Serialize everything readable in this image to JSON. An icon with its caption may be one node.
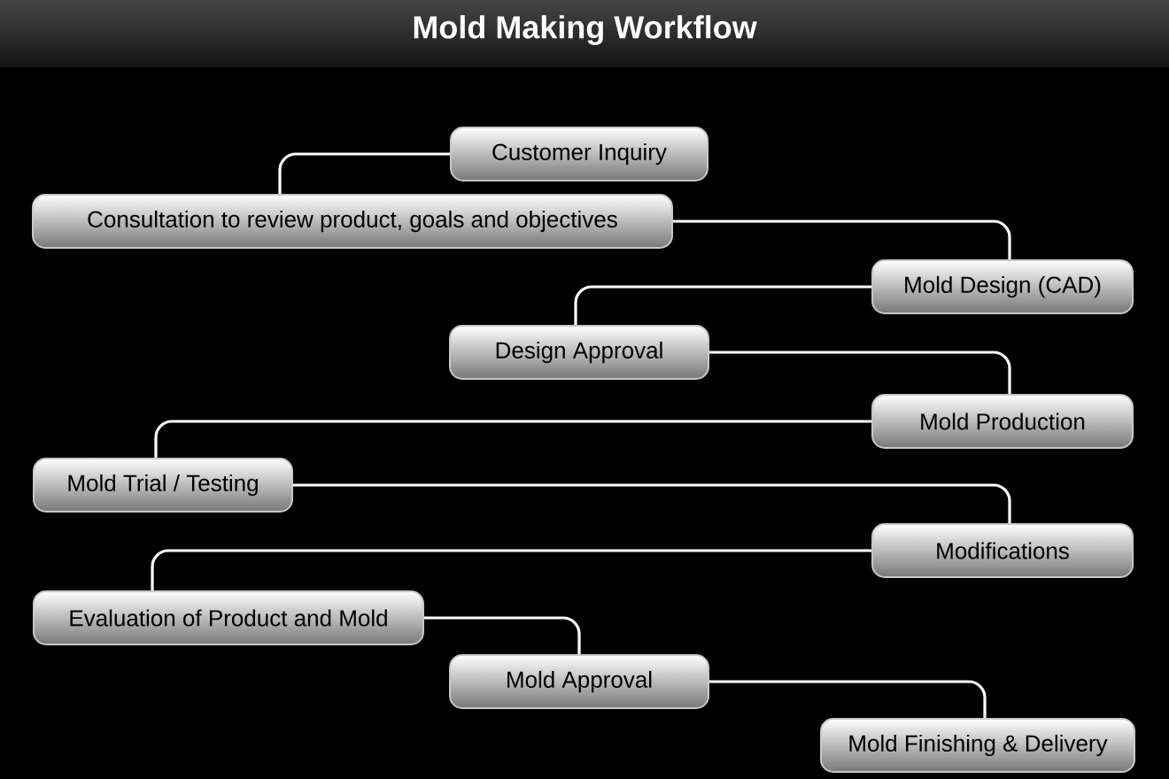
{
  "diagram": {
    "title": "Mold Making Workflow",
    "nodes": [
      {
        "text": [
          "Customer Inquiry"
        ]
      },
      {
        "text": [
          "Consultation to review product, goals and objectives"
        ]
      },
      {
        "text": [
          "Mold Design (CAD)"
        ]
      },
      {
        "text": [
          "Design Approval"
        ]
      },
      {
        "text": [
          "Mold Production"
        ]
      },
      {
        "text": [
          "Mold Trial / Testing"
        ]
      },
      {
        "text": [
          "Modifications"
        ]
      },
      {
        "text": [
          "Evaluation of Product and Mold"
        ]
      },
      {
        "text": [
          "Mold Approval"
        ]
      },
      {
        "text": [
          "Mold Finishing & Delivery"
        ]
      }
    ],
    "edges": [
      {
        "from": 0,
        "to": 1,
        "arrow": "none"
      },
      {
        "from": 1,
        "to": 2,
        "arrow": "none"
      },
      {
        "from": 2,
        "to": 3,
        "arrow": "none"
      },
      {
        "from": 3,
        "to": 4,
        "arrow": "none"
      },
      {
        "from": 4,
        "to": 5,
        "arrow": "none"
      },
      {
        "from": 5,
        "to": 6,
        "arrow": "none"
      },
      {
        "from": 6,
        "to": 7,
        "arrow": "none"
      },
      {
        "from": 7,
        "to": 8,
        "arrow": "none"
      },
      {
        "from": 8,
        "to": 9,
        "arrow": "none"
      }
    ]
  }
}
